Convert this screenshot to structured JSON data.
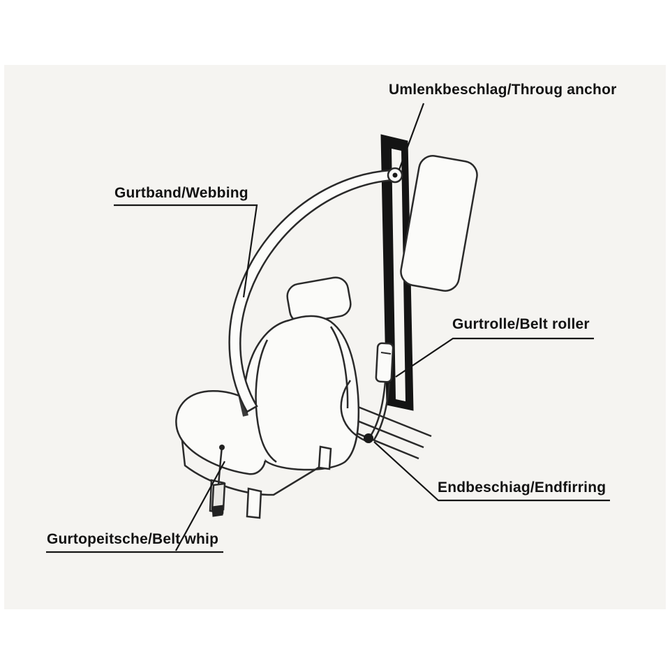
{
  "diagram": {
    "subject": "seat-belt-assembly-diagram",
    "labels": [
      {
        "id": "through-anchor",
        "text": "Umlenkbeschlag/Throug anchor"
      },
      {
        "id": "webbing",
        "text": "Gurtband/Webbing"
      },
      {
        "id": "belt-roller",
        "text": "Gurtrolle/Belt roller"
      },
      {
        "id": "end-fitting",
        "text": "Endbeschiag/Endfirring"
      },
      {
        "id": "belt-whip",
        "text": "Gurtopeitsche/Belt whip"
      }
    ],
    "colors": {
      "ink": "#1a1a1a",
      "paper": "#f5f4f1",
      "line": "#2a2a2a",
      "pillar": "#141414"
    }
  }
}
